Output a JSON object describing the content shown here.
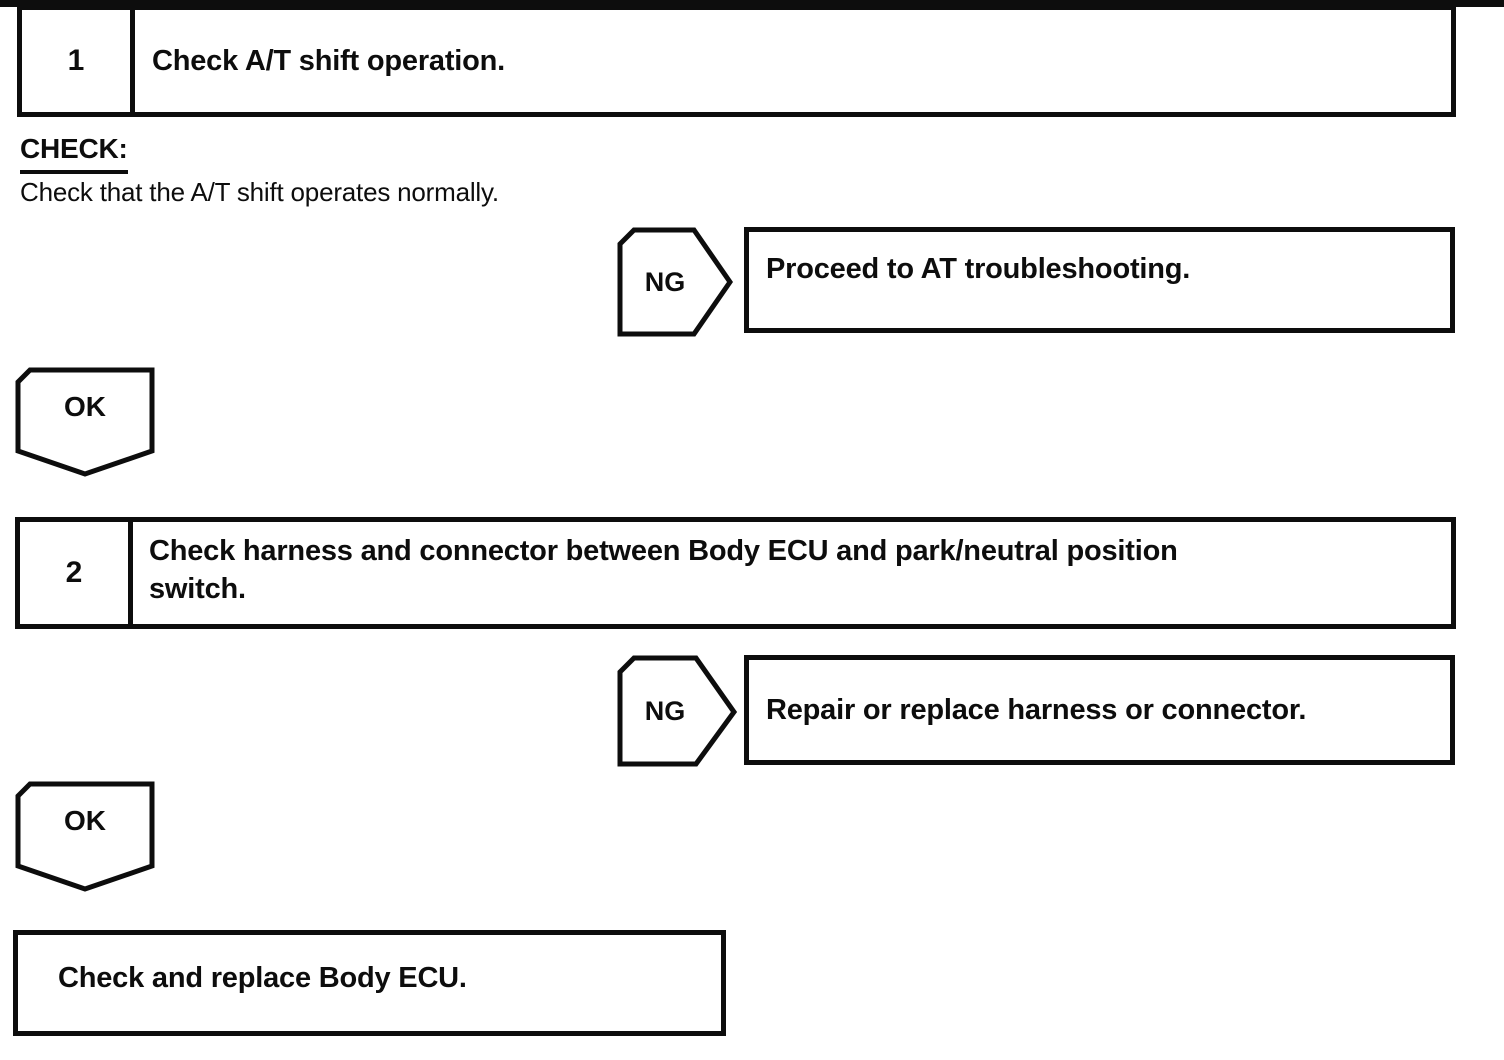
{
  "colors": {
    "ink": "#0d0d0d",
    "paper": "#ffffff"
  },
  "step1": {
    "number": "1",
    "title": "Check A/T shift operation."
  },
  "check_section": {
    "heading": "CHECK:",
    "body": "Check that the A/T shift operates normally."
  },
  "ng1": {
    "label": "NG",
    "result": "Proceed to AT troubleshooting."
  },
  "ok1": {
    "label": "OK"
  },
  "step2": {
    "number": "2",
    "title_lines": [
      "Check harness and connector between Body ECU and park/neutral position",
      "switch."
    ]
  },
  "ng2": {
    "label": "NG",
    "result": "Repair or replace harness or connector."
  },
  "ok2": {
    "label": "OK"
  },
  "final": {
    "text": "Check and replace Body ECU."
  }
}
